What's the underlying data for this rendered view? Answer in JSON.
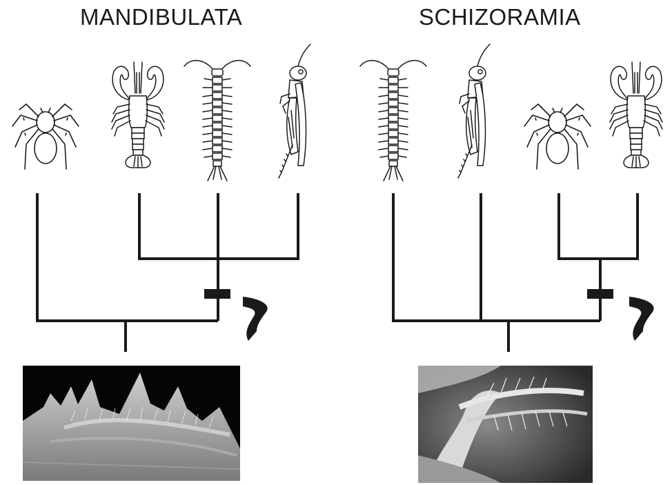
{
  "titles": {
    "left": "MANDIBULATA",
    "right": "SCHIZORAMIA"
  },
  "colors": {
    "ink": "#1a1a1a",
    "background": "#ffffff"
  },
  "icons": {
    "left_panel": [
      "spider-icon",
      "lobster-icon",
      "centipede-icon",
      "grasshopper-icon"
    ],
    "right_panel": [
      "centipede-icon",
      "grasshopper-icon",
      "spider-icon",
      "lobster-icon"
    ]
  },
  "photos": {
    "left": "mandible-sem-photo",
    "right": "schizoramous-appendage-sem-photo"
  }
}
